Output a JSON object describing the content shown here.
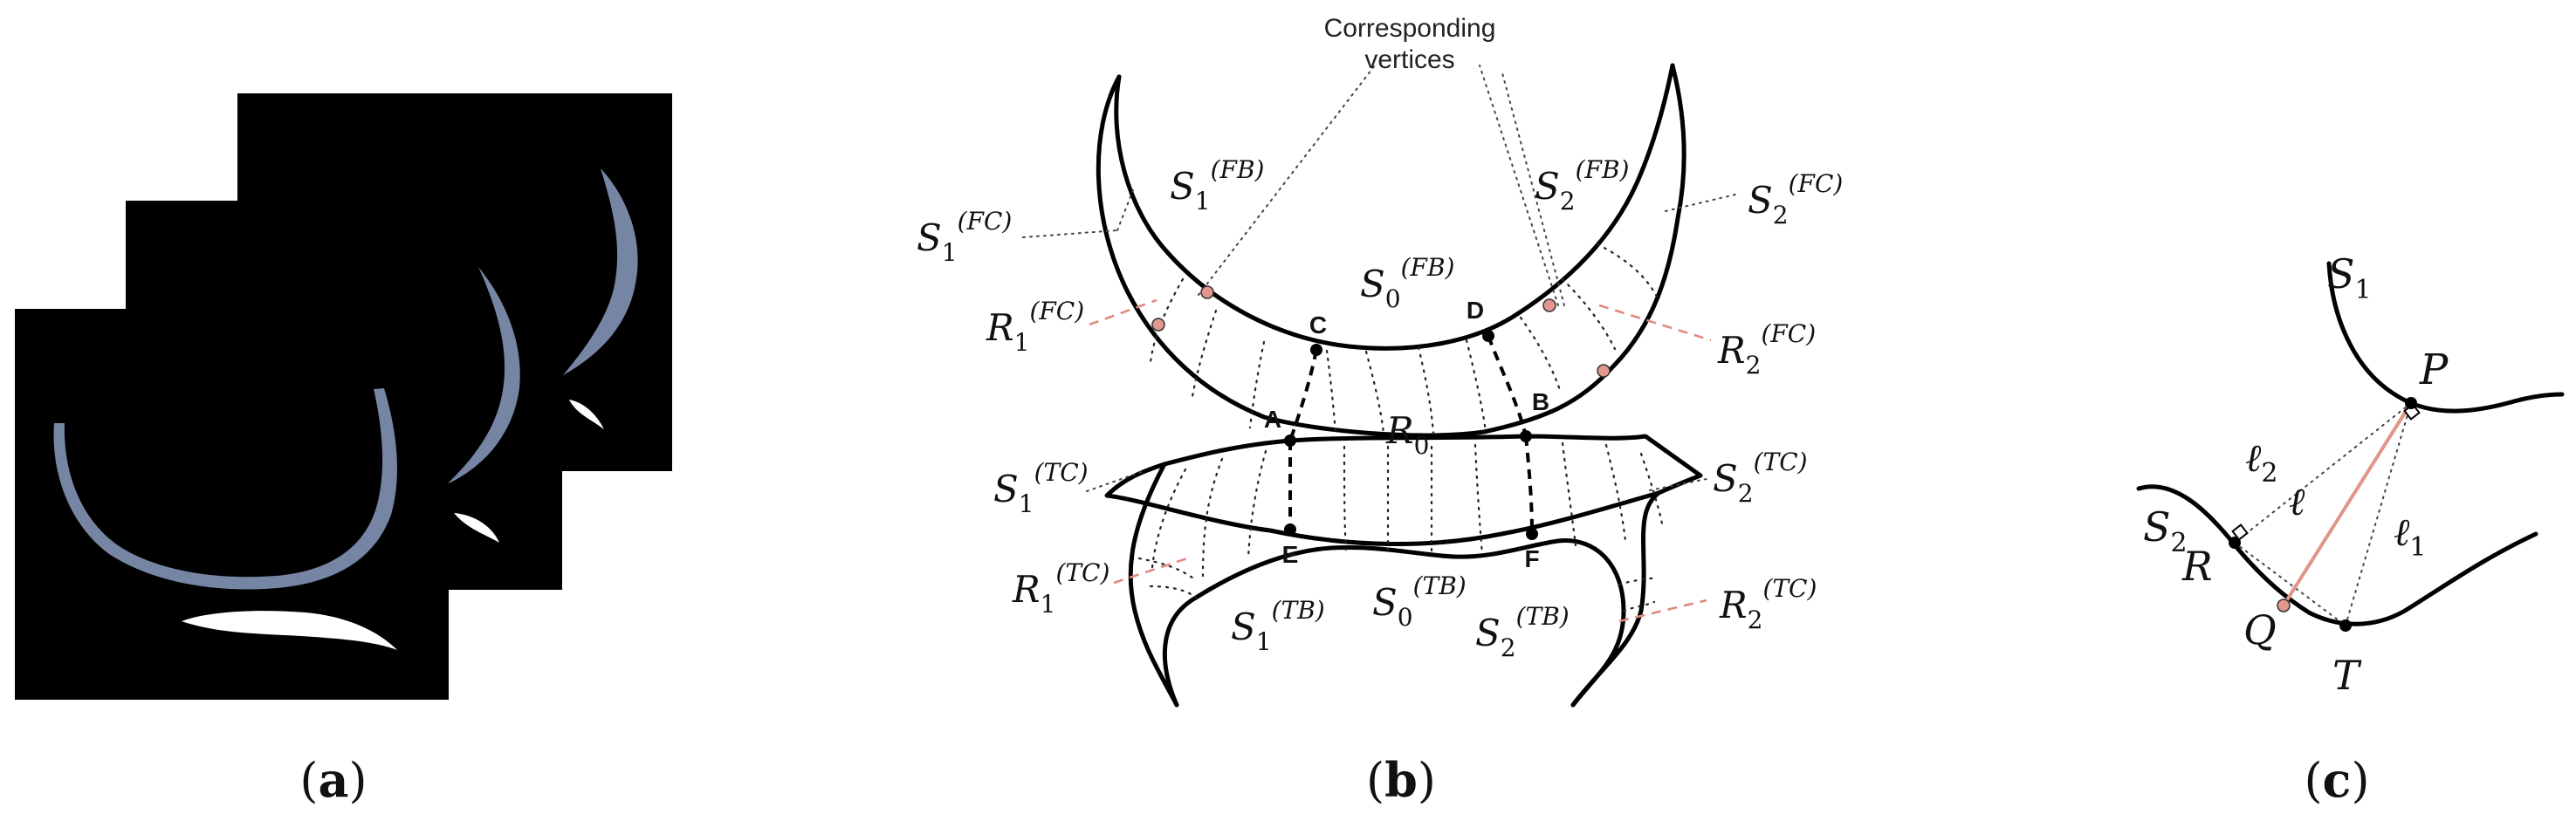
{
  "panels": {
    "a": {
      "caption_letter": "a"
    },
    "b": {
      "caption_letter": "b",
      "corr_title_line1": "Corresponding",
      "corr_title_line2": "vertices",
      "points": {
        "A": "A",
        "B": "B",
        "C": "C",
        "D": "D",
        "E": "E",
        "F": "F"
      },
      "labels": {
        "S1FC": {
          "base": "S",
          "sub": "1",
          "sup": "(FC)"
        },
        "S1FB": {
          "base": "S",
          "sub": "1",
          "sup": "(FB)"
        },
        "S2FB": {
          "base": "S",
          "sub": "2",
          "sup": "(FB)"
        },
        "S2FC": {
          "base": "S",
          "sub": "2",
          "sup": "(FC)"
        },
        "S0FB": {
          "base": "S",
          "sub": "0",
          "sup": "(FB)"
        },
        "R1FC": {
          "base": "R",
          "sub": "1",
          "sup": "(FC)"
        },
        "R2FC": {
          "base": "R",
          "sub": "2",
          "sup": "(FC)"
        },
        "R0": {
          "base": "R",
          "sub": "0",
          "sup": ""
        },
        "S1TC": {
          "base": "S",
          "sub": "1",
          "sup": "(TC)"
        },
        "S2TC": {
          "base": "S",
          "sub": "2",
          "sup": "(TC)"
        },
        "R1TC": {
          "base": "R",
          "sub": "1",
          "sup": "(TC)"
        },
        "R2TC": {
          "base": "R",
          "sub": "2",
          "sup": "(TC)"
        },
        "S1TB": {
          "base": "S",
          "sub": "1",
          "sup": "(TB)"
        },
        "S0TB": {
          "base": "S",
          "sub": "0",
          "sup": "(TB)"
        },
        "S2TB": {
          "base": "S",
          "sub": "2",
          "sup": "(TB)"
        }
      }
    },
    "c": {
      "caption_letter": "c",
      "labels": {
        "S1": {
          "base": "S",
          "sub": "1"
        },
        "S2": {
          "base": "S",
          "sub": "2"
        },
        "P": "P",
        "R": "R",
        "Q": "Q",
        "T": "T",
        "l": "ℓ",
        "l1": {
          "base": "ℓ",
          "sub": "1"
        },
        "l2": {
          "base": "ℓ",
          "sub": "2"
        }
      }
    }
  },
  "colors": {
    "femoral_cartilage": "#7585a3",
    "tibial_cartilage": "#ffffff",
    "slice_background": "#000000",
    "correspondence_marker": "#e3968e"
  }
}
